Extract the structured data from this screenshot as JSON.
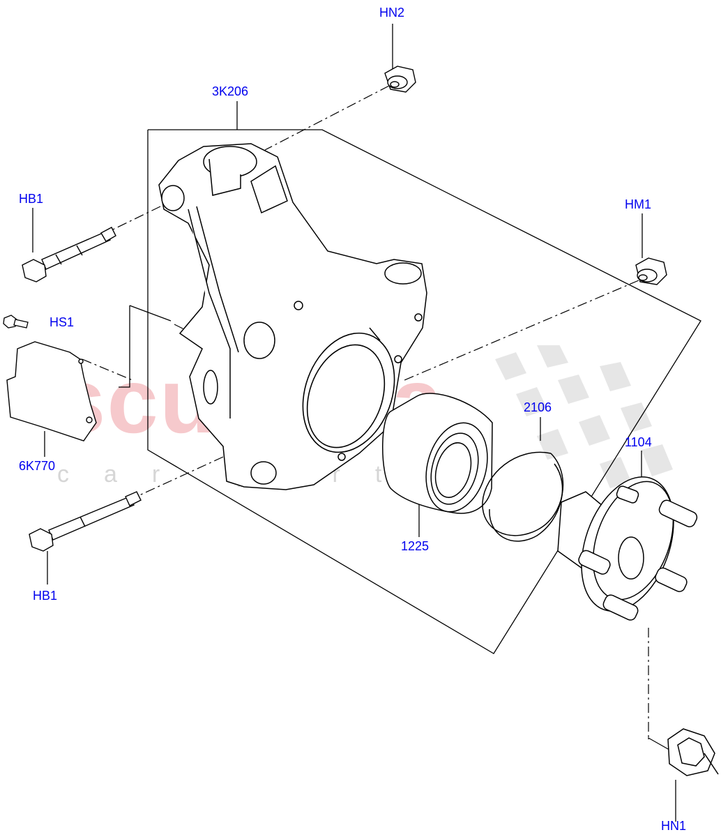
{
  "watermark": {
    "brand": "scuderia",
    "sub": "car parts"
  },
  "labels": {
    "hn2": "HN2",
    "knuckle": "3K206",
    "hb1_top": "HB1",
    "hm1": "HM1",
    "hs1": "HS1",
    "shield": "6K770",
    "snap_ring": "2106",
    "hub": "1104",
    "bearing": "1225",
    "hb1_bottom": "HB1",
    "hn1": "HN1"
  },
  "colors": {
    "label": "#0000ee",
    "line": "#000000",
    "watermark_red": "#f6c9cc",
    "watermark_grey": "#d6d6d6"
  }
}
